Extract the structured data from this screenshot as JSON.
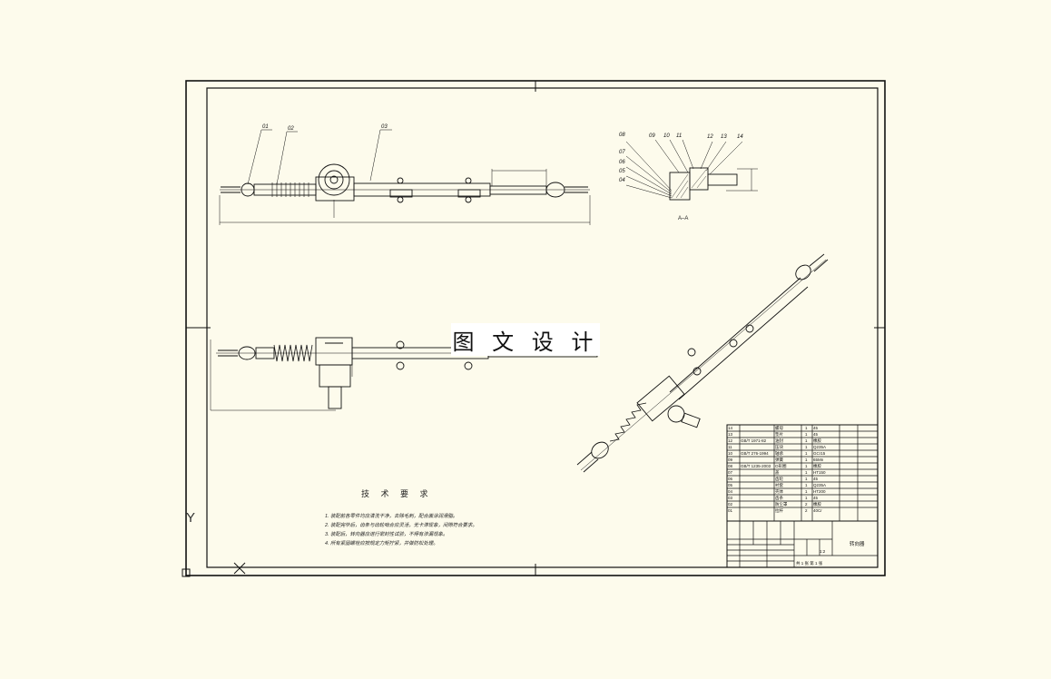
{
  "watermark": "图 文 设 计",
  "axis_y": "Y",
  "section_label": "A–A",
  "part_labels_top": [
    "01",
    "02",
    "03"
  ],
  "part_labels_section": [
    "08",
    "07",
    "06",
    "05",
    "04",
    "09",
    "10",
    "11",
    "12",
    "13",
    "14"
  ],
  "tech_requirements": {
    "title": "技 术 要 求",
    "lines": [
      "1. 装配前各零件均应清洗干净，去除毛刺，配合面涂润滑脂。",
      "2. 装配完毕后，齿条与齿轮啮合应灵活，无卡滞现象，间隙符合要求。",
      "3. 装配后，转向器应进行密封性试验，不得有渗漏现象。",
      "4. 所有紧固螺栓应按规定力矩拧紧，并做防松处理。"
    ]
  },
  "bom": {
    "rows": [
      {
        "no": "14",
        "code": "",
        "name": "螺母",
        "qty": "1",
        "mat": "45"
      },
      {
        "no": "13",
        "code": "",
        "name": "垫片",
        "qty": "1",
        "mat": "45"
      },
      {
        "no": "12",
        "code": "GB/T 1971-82",
        "name": "油封",
        "qty": "1",
        "mat": "橡胶"
      },
      {
        "no": "11",
        "code": "",
        "name": "压块",
        "qty": "1",
        "mat": "Q235A"
      },
      {
        "no": "10",
        "code": "GB/T 276-1994",
        "name": "轴承",
        "qty": "1",
        "mat": "GCr15"
      },
      {
        "no": "09",
        "code": "",
        "name": "弹簧",
        "qty": "1",
        "mat": "65Mn"
      },
      {
        "no": "08",
        "code": "GB/T 1235-2003",
        "name": "O形圈",
        "qty": "1",
        "mat": "橡胶"
      },
      {
        "no": "07",
        "code": "",
        "name": "盖",
        "qty": "1",
        "mat": "HT150"
      },
      {
        "no": "06",
        "code": "",
        "name": "齿轮",
        "qty": "1",
        "mat": "45"
      },
      {
        "no": "05",
        "code": "",
        "name": "衬套",
        "qty": "1",
        "mat": "Q235A"
      },
      {
        "no": "04",
        "code": "",
        "name": "壳体",
        "qty": "1",
        "mat": "HT200"
      },
      {
        "no": "03",
        "code": "",
        "name": "齿条",
        "qty": "1",
        "mat": "45"
      },
      {
        "no": "02",
        "code": "",
        "name": "防尘罩",
        "qty": "2",
        "mat": "橡胶"
      },
      {
        "no": "01",
        "code": "",
        "name": "拉杆",
        "qty": "2",
        "mat": "40Cr"
      }
    ],
    "title_name": "转向器",
    "scale": "1:2",
    "sheet": "共 1 张 第 1 张"
  }
}
